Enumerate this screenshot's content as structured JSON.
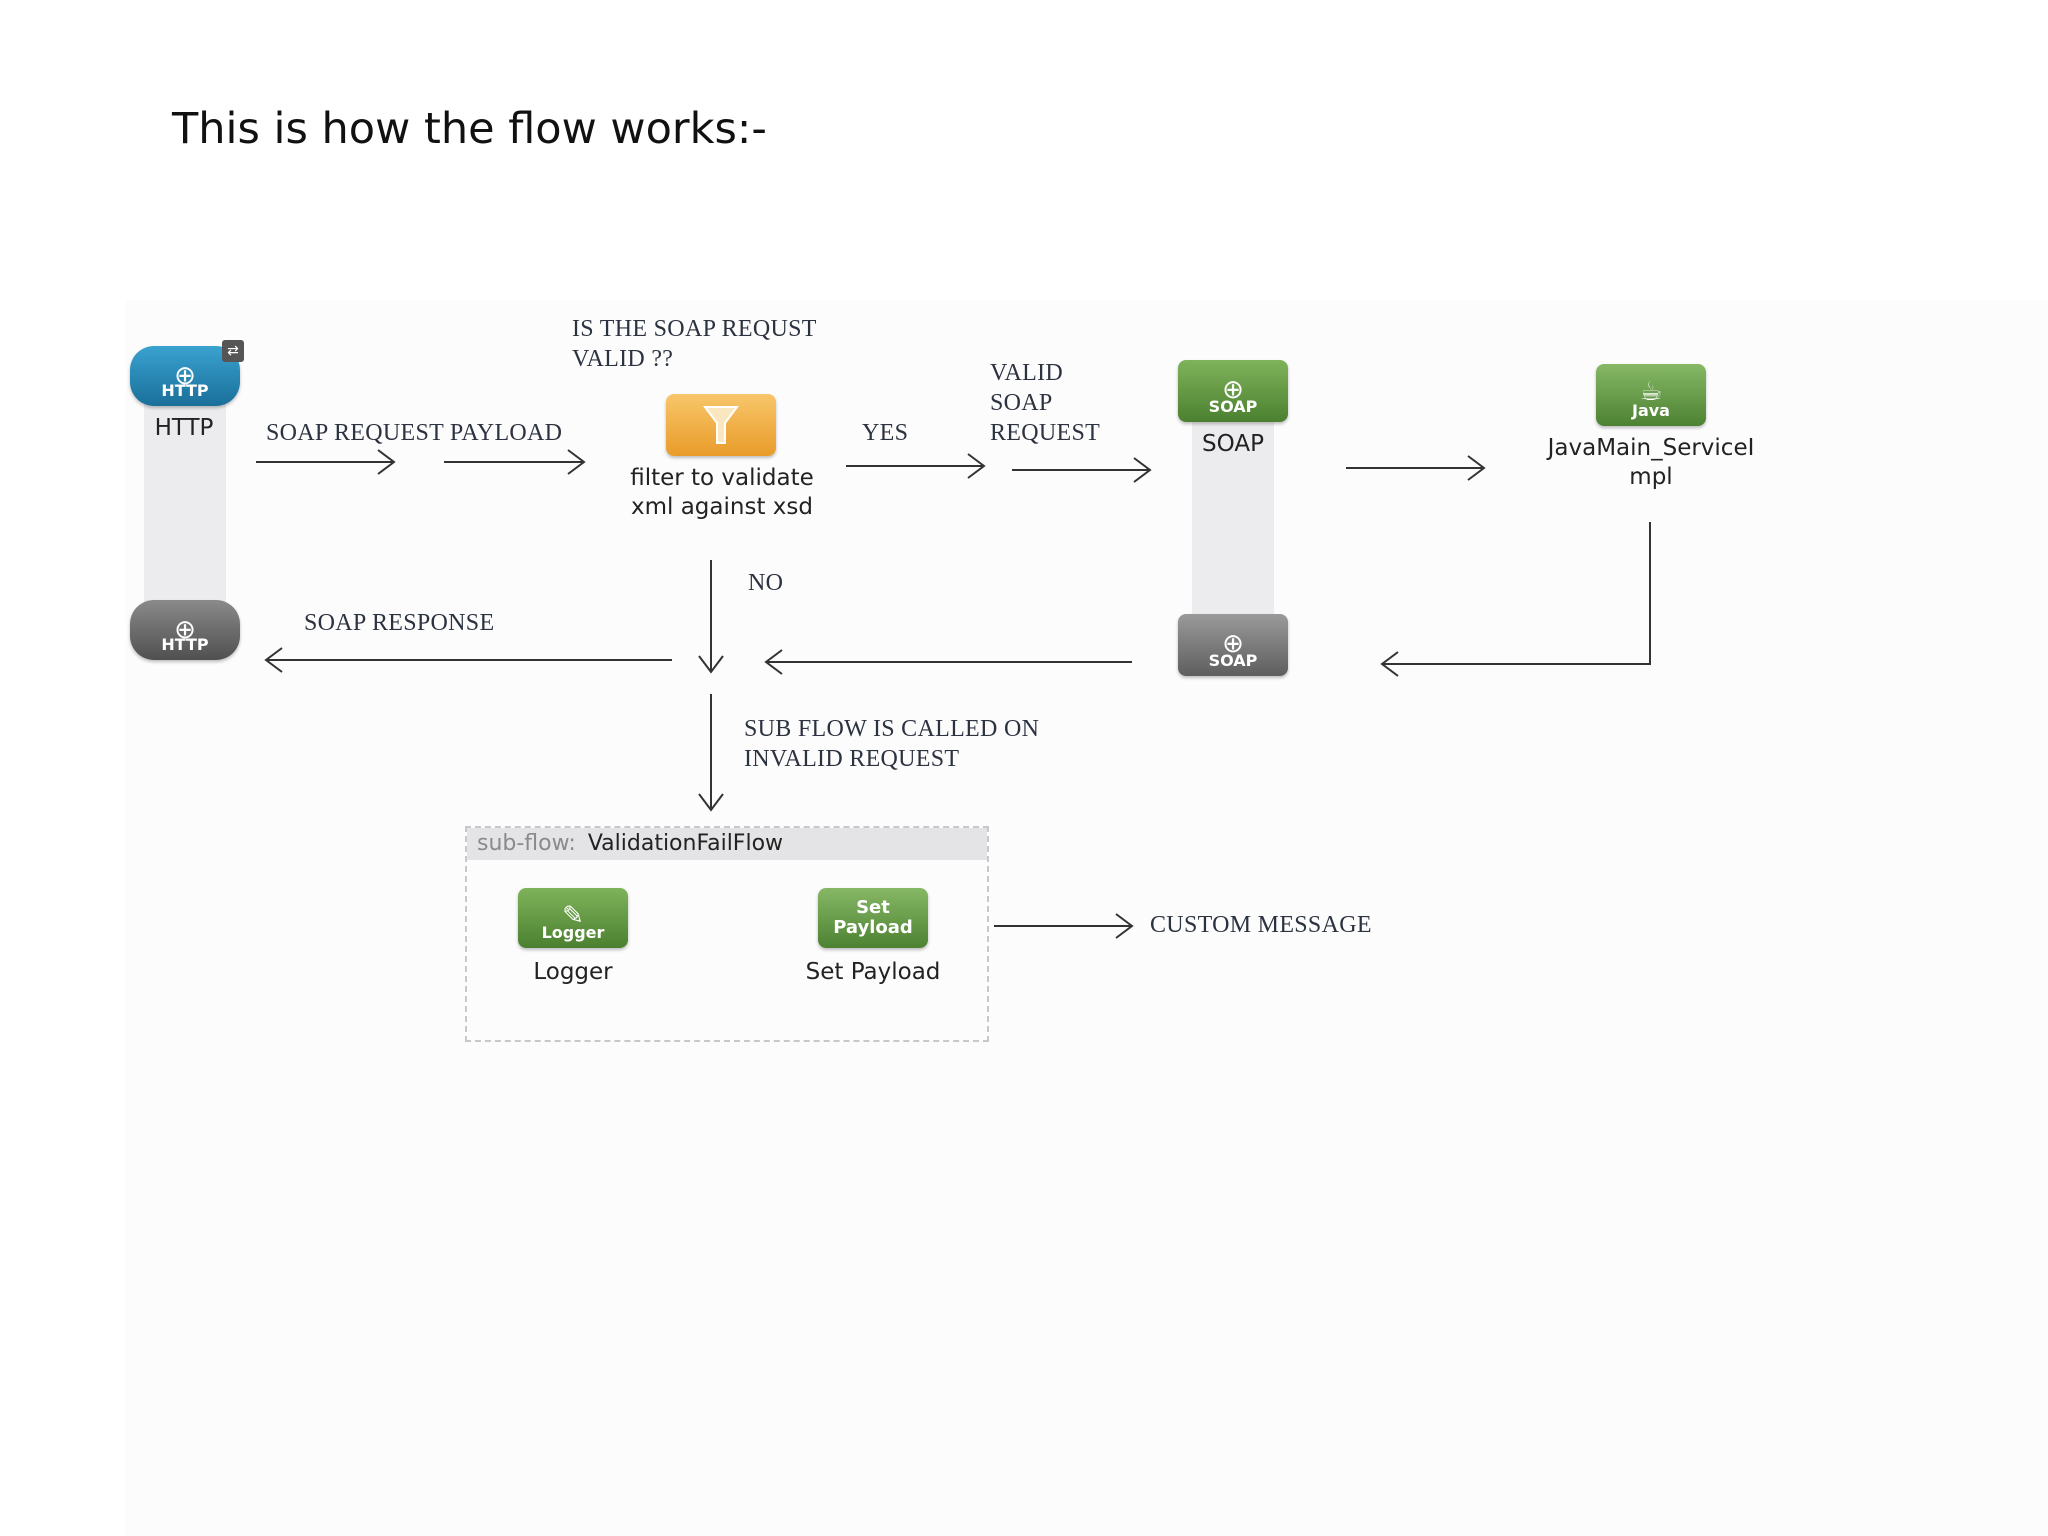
{
  "title": "This is how the flow works:-",
  "annotations": {
    "is_valid": "IS THE SOAP REQUST\nVALID ??",
    "soap_request_payload": "SOAP REQUEST PAYLOAD",
    "yes": "YES",
    "valid_soap_request": "VALID\nSOAP\nREQUEST",
    "no": "NO",
    "soap_response": "SOAP RESPONSE",
    "sub_flow_called": "SUB FLOW IS CALLED ON\nINVALID REQUEST",
    "custom_message": "CUSTOM MESSAGE"
  },
  "nodes": {
    "http_in": {
      "icon_text": "HTTP",
      "label": "HTTP",
      "icon": "globe-icon"
    },
    "http_out": {
      "icon_text": "HTTP",
      "icon": "globe-icon"
    },
    "filter": {
      "label": "filter to validate\nxml against xsd",
      "icon": "funnel-icon"
    },
    "soap_in": {
      "icon_text": "SOAP",
      "label": "SOAP",
      "icon": "globe-icon"
    },
    "soap_out": {
      "icon_text": "SOAP",
      "icon": "globe-icon"
    },
    "java": {
      "icon_text": "Java",
      "label": "JavaMain_ServiceI\nmpl",
      "icon": "java-cup-icon"
    },
    "logger": {
      "icon_text": "Logger",
      "label": "Logger",
      "icon": "logger-icon"
    },
    "set_payload": {
      "icon_text": "Set\nPayload",
      "label": "Set Payload"
    }
  },
  "subflow": {
    "kind": "sub-flow:",
    "name": "ValidationFailFlow"
  },
  "colors": {
    "http_blue": "#1a6f9a",
    "filter_orange": "#e99c2a",
    "mule_green": "#4b8030",
    "response_grey": "#5e5e5e",
    "lane_grey": "#ececee"
  }
}
